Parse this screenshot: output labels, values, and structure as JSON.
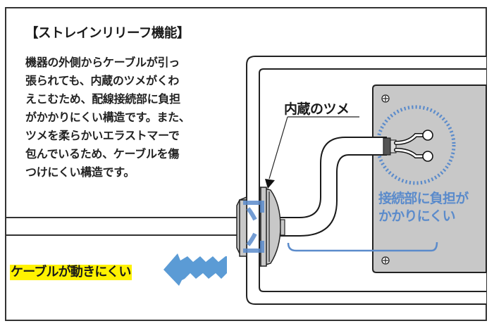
{
  "title": "【ストレインリリーフ機能】",
  "description_lines": [
    "機器の外側からケーブルが引っ",
    "張られても、内蔵のツメがくわ",
    "えこむため、配線接続部に負担",
    "がかかりにくい構造です。また、",
    "ツメを柔らかいエラストマーで",
    "包んでいるため、ケーブルを傷",
    "つけにくい構造です。"
  ],
  "callouts": {
    "internal_claw": "内蔵のツメ",
    "connection_load": [
      "接続部に負担が",
      "かかりにくい"
    ],
    "cable_stable": "ケーブルが動きにくい"
  },
  "colors": {
    "accent_blue": "#5b8bcb",
    "highlight_yellow": "#fff200",
    "panel_gray": "#c8c8c8",
    "line_dark": "#1a1a1a"
  },
  "icons": [
    "arrow-left-icon",
    "screw-icon",
    "cable-connector-icon"
  ]
}
